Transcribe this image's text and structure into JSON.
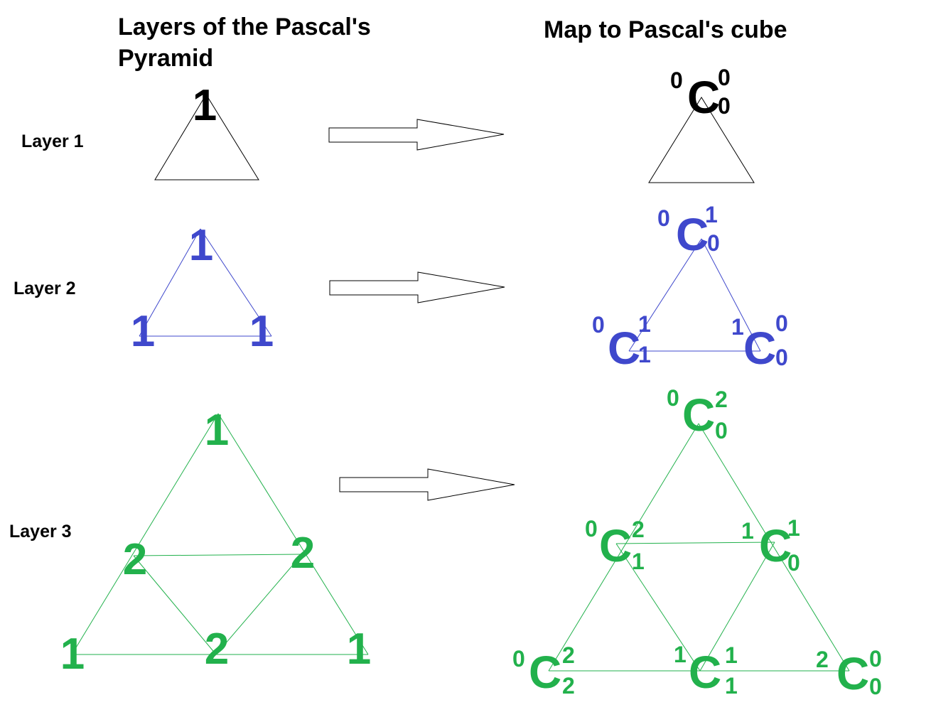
{
  "headers": {
    "left_line1": "Layers of the Pascal's",
    "left_line2": "Pyramid",
    "right": "Map to Pascal's cube"
  },
  "layer_labels": [
    "Layer 1",
    "Layer 2",
    "Layer 3"
  ],
  "colors": {
    "layer1": "#000000",
    "layer2": "#3f48cc",
    "layer3": "#22b14c"
  },
  "pyramid": {
    "layer1": [
      "1"
    ],
    "layer2": [
      "1",
      "1",
      "1"
    ],
    "layer3": [
      "1",
      "2",
      "2",
      "1",
      "2",
      "1"
    ]
  },
  "cube": {
    "symbol": "C",
    "layer1": [
      {
        "left": "0",
        "sup": "0",
        "sub": "0"
      }
    ],
    "layer2": [
      {
        "left": "0",
        "sup": "1",
        "sub": "0"
      },
      {
        "left": "0",
        "sup": "1",
        "sub": "1"
      },
      {
        "left": "1",
        "sup": "0",
        "sub": "0"
      }
    ],
    "layer3": [
      {
        "left": "0",
        "sup": "2",
        "sub": "0"
      },
      {
        "left": "0",
        "sup": "2",
        "sub": "1"
      },
      {
        "left": "1",
        "sup": "1",
        "sub": "0"
      },
      {
        "left": "0",
        "sup": "2",
        "sub": "2"
      },
      {
        "left": "1",
        "sup": "1",
        "sub": "1"
      },
      {
        "left": "2",
        "sup": "0",
        "sub": "0"
      }
    ]
  }
}
